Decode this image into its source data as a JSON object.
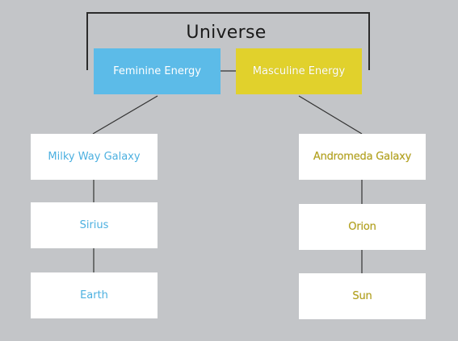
{
  "diagram": {
    "title": "Universe",
    "feminine": {
      "label": "Feminine Energy",
      "color": "#5cbbe8",
      "text_color": "#ffffff"
    },
    "masculine": {
      "label": "Masculine Energy",
      "color": "#e1d12c",
      "text_color": "#ffffff"
    },
    "left_chain": [
      {
        "label": "Milky Way Galaxy"
      },
      {
        "label": "Sirius"
      },
      {
        "label": "Earth"
      }
    ],
    "right_chain": [
      {
        "label": "Andromeda Galaxy"
      },
      {
        "label": "Orion"
      },
      {
        "label": "Sun"
      }
    ],
    "colors": {
      "background": "#c3c5c8",
      "left_text": "#4cb0e0",
      "right_text": "#b6a41c",
      "line": "#333333"
    }
  }
}
